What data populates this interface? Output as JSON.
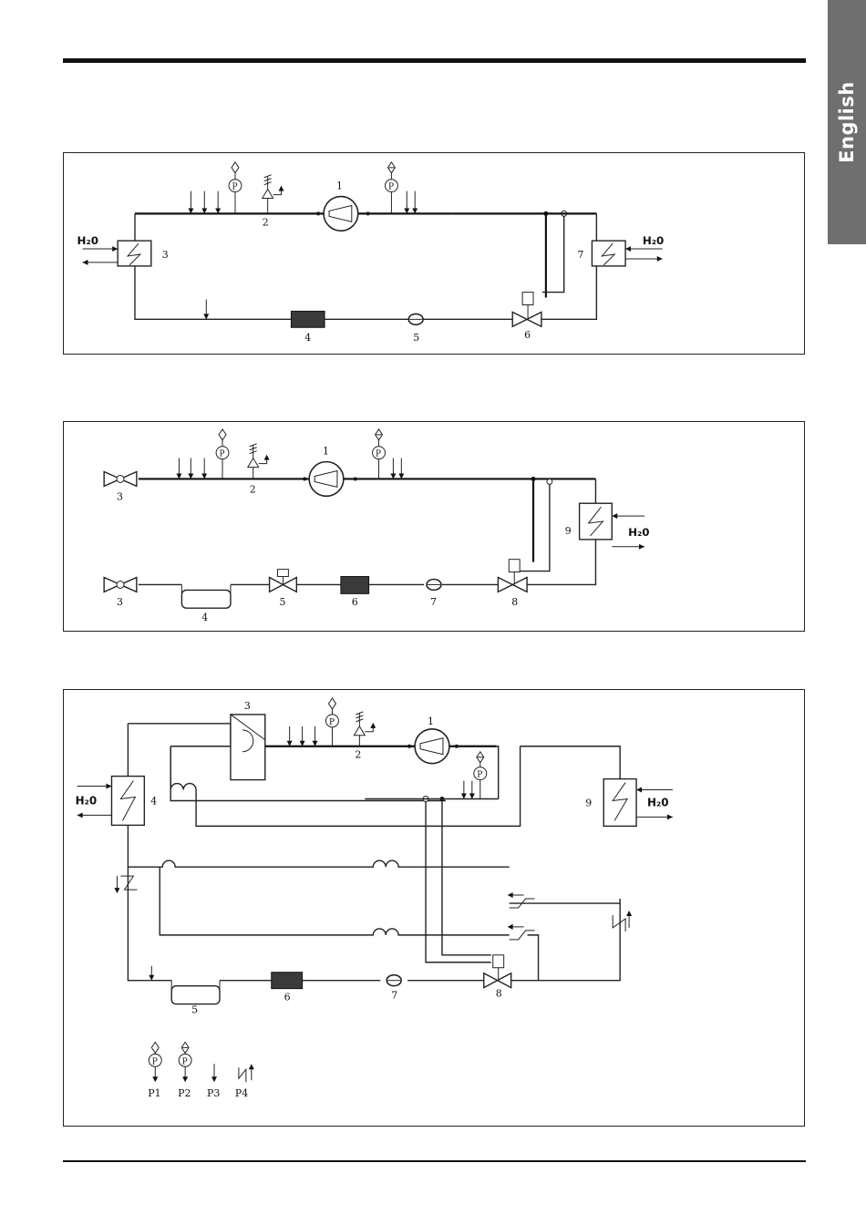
{
  "tab": {
    "language": "English"
  },
  "diagram1": {
    "labels": [
      "1",
      "2",
      "3",
      "4",
      "5",
      "6",
      "7"
    ],
    "h2o_left": "H₂0",
    "h2o_right": "H₂0"
  },
  "diagram2": {
    "labels": [
      "1",
      "2",
      "3",
      "3",
      "4",
      "5",
      "6",
      "7",
      "8",
      "9"
    ],
    "h2o": "H₂0"
  },
  "diagram3": {
    "labels": [
      "1",
      "2",
      "3",
      "4",
      "5",
      "6",
      "7",
      "8",
      "9"
    ],
    "h2o_left": "H₂0",
    "h2o_right": "H₂0"
  },
  "legend": {
    "items": [
      "P1",
      "P2",
      "P3",
      "P4"
    ]
  },
  "icons": {
    "pressure_gauge": "pressure-gauge-icon",
    "compressor": "compressor-icon",
    "heat_exchanger": "heat-exchanger-icon",
    "safety_valve": "safety-valve-icon",
    "expansion_valve": "expansion-valve-icon",
    "filter_drier": "filter-drier-icon",
    "sight_glass": "sight-glass-icon",
    "check_valve": "check-valve-icon"
  }
}
